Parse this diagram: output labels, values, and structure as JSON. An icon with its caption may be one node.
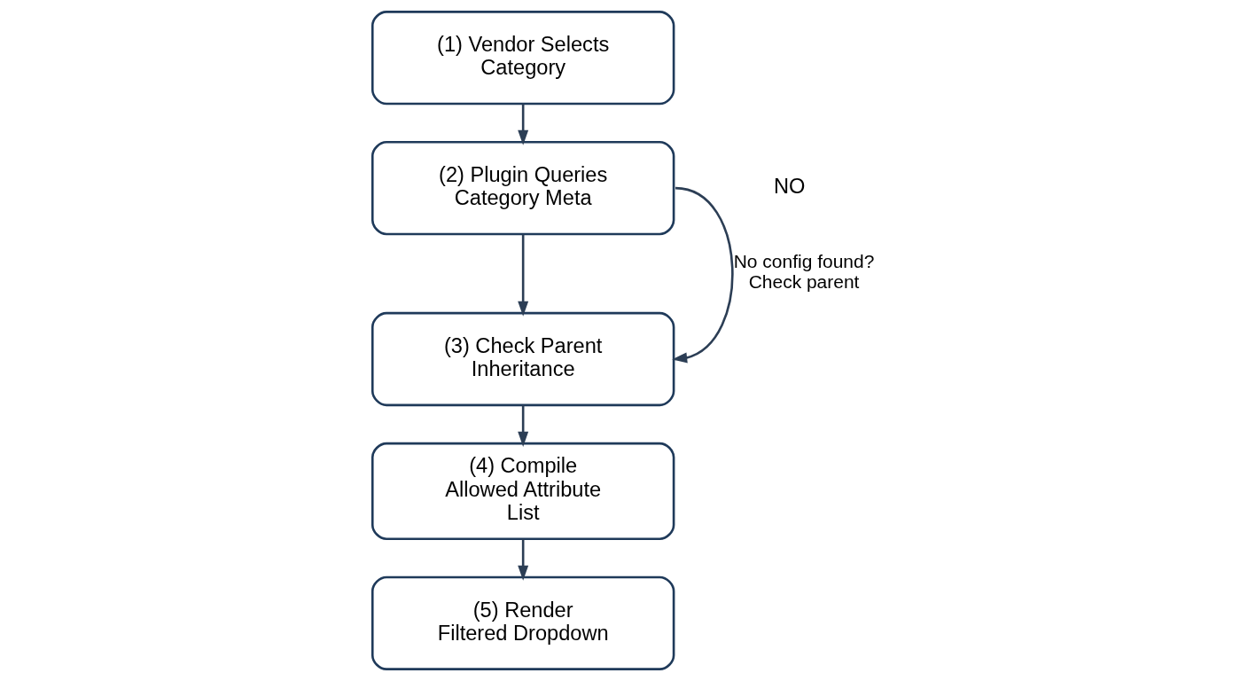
{
  "diagram": {
    "nodes": [
      {
        "text": [
          "(1) Vendor Selects Category"
        ]
      },
      {
        "text": [
          "(2) Plugin Queries Category Meta"
        ]
      },
      {
        "text": [
          "(3) Check Parent Inheritance"
        ]
      },
      {
        "text": [
          "(4) Compile Allowed Attribute List"
        ]
      },
      {
        "text": [
          "(5) Render Filtered Dropdown"
        ]
      }
    ],
    "edges": [
      {
        "from": 0,
        "to": 1,
        "arrow": "to"
      },
      {
        "from": 1,
        "to": 2,
        "arrow": "to"
      },
      {
        "from": 1,
        "to": 2,
        "arrow": "to",
        "label": "No config found? Check parent"
      },
      {
        "from": 2,
        "to": 3,
        "arrow": "to"
      },
      {
        "from": 3,
        "to": 4,
        "arrow": "to"
      }
    ],
    "labels": [
      "NO"
    ]
  }
}
